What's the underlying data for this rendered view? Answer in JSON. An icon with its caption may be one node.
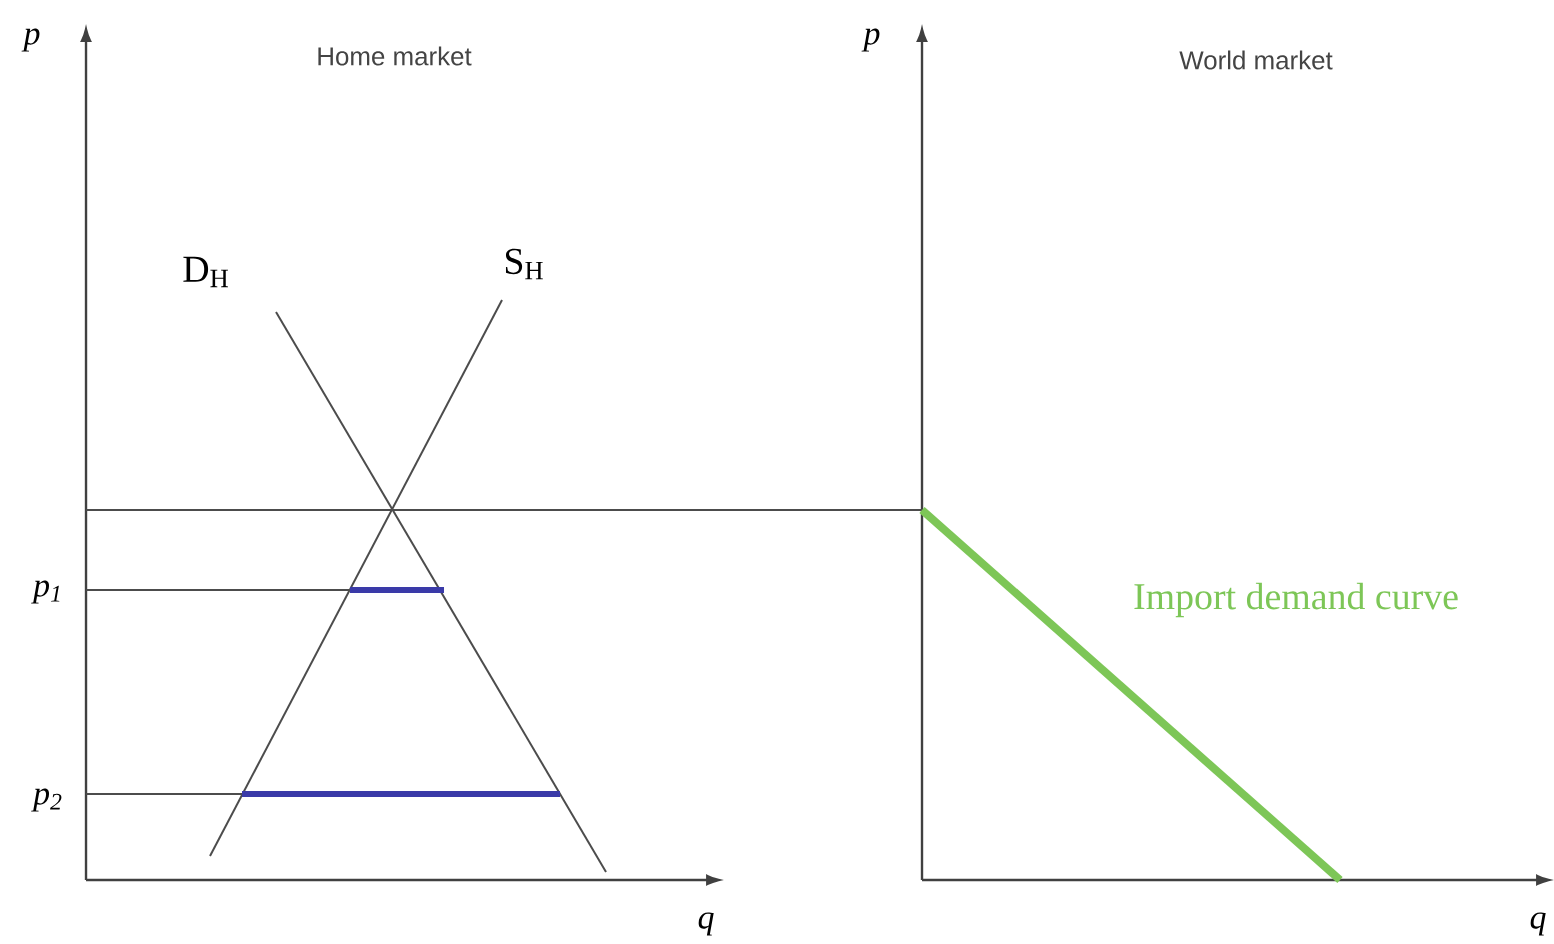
{
  "diagram": {
    "labels": [
      "p",
      "Home market",
      "D$_{H}$",
      "S$_{H}$",
      "p$_{1}$",
      "p$_{2}$",
      "q",
      "p",
      "World market",
      "Import demand curve",
      "q"
    ]
  }
}
